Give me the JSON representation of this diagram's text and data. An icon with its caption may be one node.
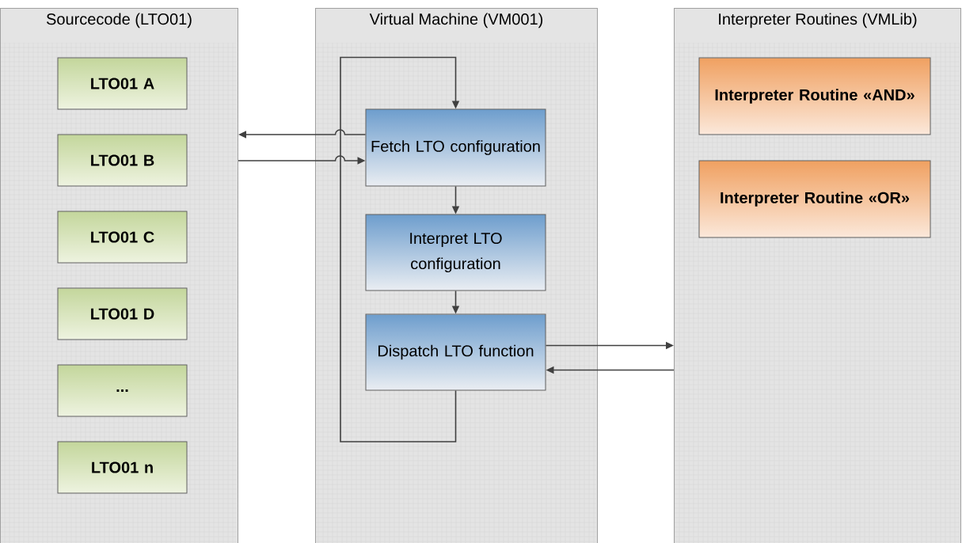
{
  "diagram": {
    "nodes": [
      {
        "text": [
          "Sourcecode (LTO01)"
        ]
      },
      {
        "text": [
          "LTO01 A"
        ],
        "in": 0
      },
      {
        "text": [
          "LTO01 B"
        ],
        "in": 0
      },
      {
        "text": [
          "LTO01 C"
        ],
        "in": 0
      },
      {
        "text": [
          "LTO01 D"
        ],
        "in": 0
      },
      {
        "text": [
          "..."
        ],
        "in": 0
      },
      {
        "text": [
          "LTO01 n"
        ],
        "in": 0
      },
      {
        "text": [
          "Virtual Machine (VM001)"
        ]
      },
      {
        "text": [
          "Fetch LTO configuration"
        ],
        "in": 7
      },
      {
        "text": [
          "Interpret LTO configuration"
        ],
        "in": 7
      },
      {
        "text": [
          "Dispatch LTO function"
        ],
        "in": 7
      },
      {
        "text": [
          "Interpreter Routines (VMLib)"
        ]
      },
      {
        "text": [
          "Interpreter Routine «AND»"
        ],
        "in": 11
      },
      {
        "text": [
          "Interpreter Routine «OR»"
        ],
        "in": 11
      }
    ],
    "edges": [
      {
        "from": 8,
        "to": 0,
        "arrow": "to"
      },
      {
        "from": 0,
        "to": 8,
        "arrow": "to"
      },
      {
        "from": 8,
        "to": 9,
        "arrow": "to"
      },
      {
        "from": 9,
        "to": 10,
        "arrow": "to"
      },
      {
        "from": 10,
        "to": 8,
        "arrow": "to"
      },
      {
        "from": 10,
        "to": 11,
        "arrow": "to"
      },
      {
        "from": 11,
        "to": 10,
        "arrow": "to"
      }
    ]
  }
}
